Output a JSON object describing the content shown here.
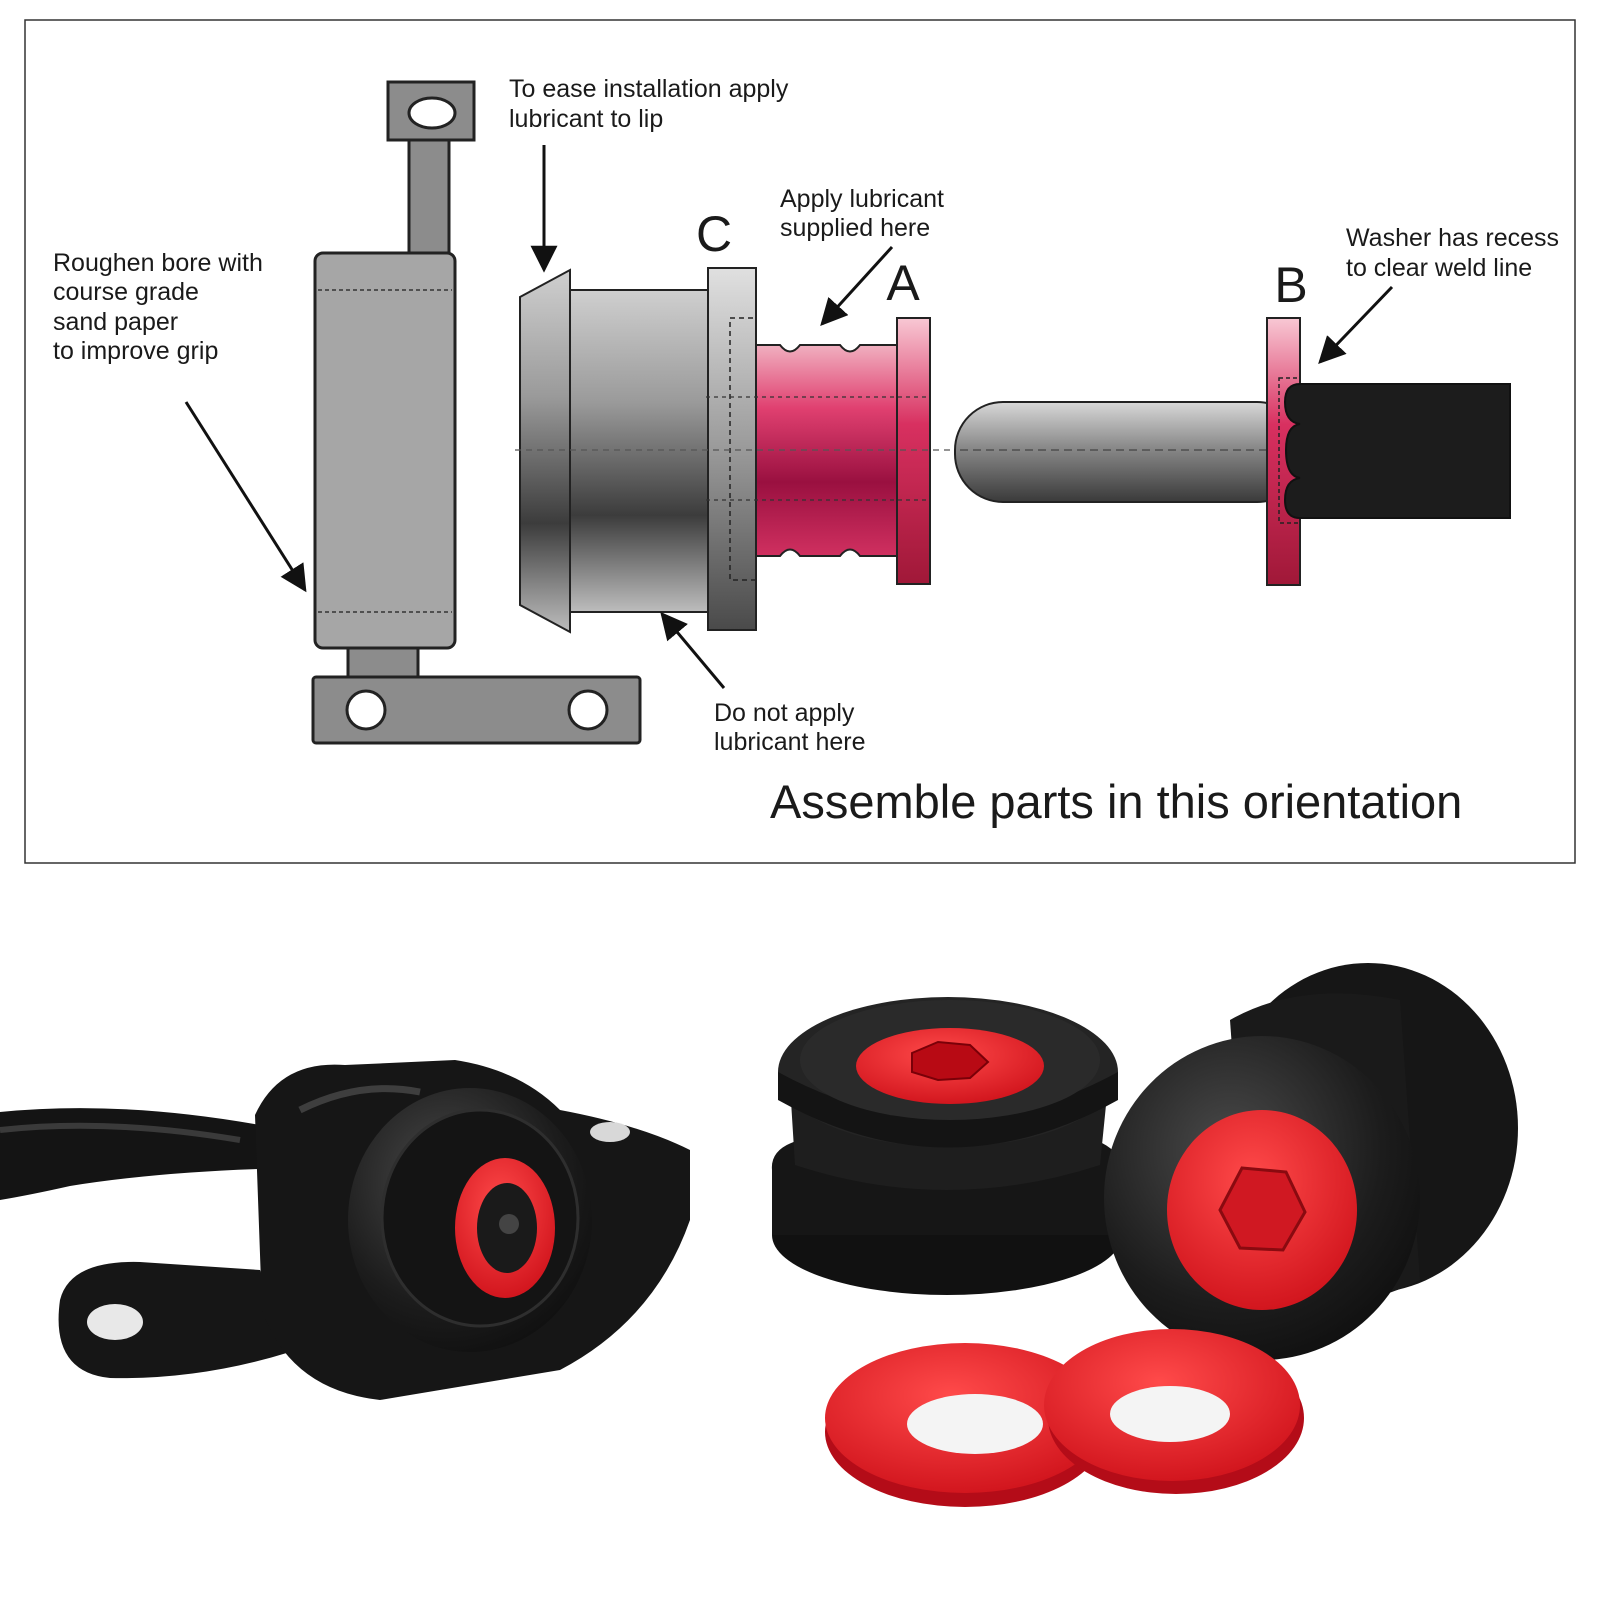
{
  "diagram": {
    "annotations": {
      "roughen": [
        "Roughen bore with",
        "course grade",
        "sand paper",
        "to improve grip"
      ],
      "ease": [
        "To ease installation apply",
        "lubricant to lip"
      ],
      "apply": [
        "Apply lubricant",
        "supplied here"
      ],
      "washer": [
        "Washer has recess",
        "to clear weld line"
      ],
      "no_lube": [
        "Do not apply",
        "lubricant here"
      ]
    },
    "part_letters": {
      "a": "A",
      "b": "B",
      "c": "C"
    },
    "caption": "Assemble parts in this orientation"
  },
  "colors": {
    "frame_border": "#333333",
    "bracket_gray": "#8c8c8c",
    "bushing_red": "#c42040",
    "washer_red": "#e01828",
    "bushing_black": "#1c1c1c"
  },
  "icons": [
    "control-arm-photo",
    "bushing-pair-photo",
    "red-washer-photo"
  ]
}
